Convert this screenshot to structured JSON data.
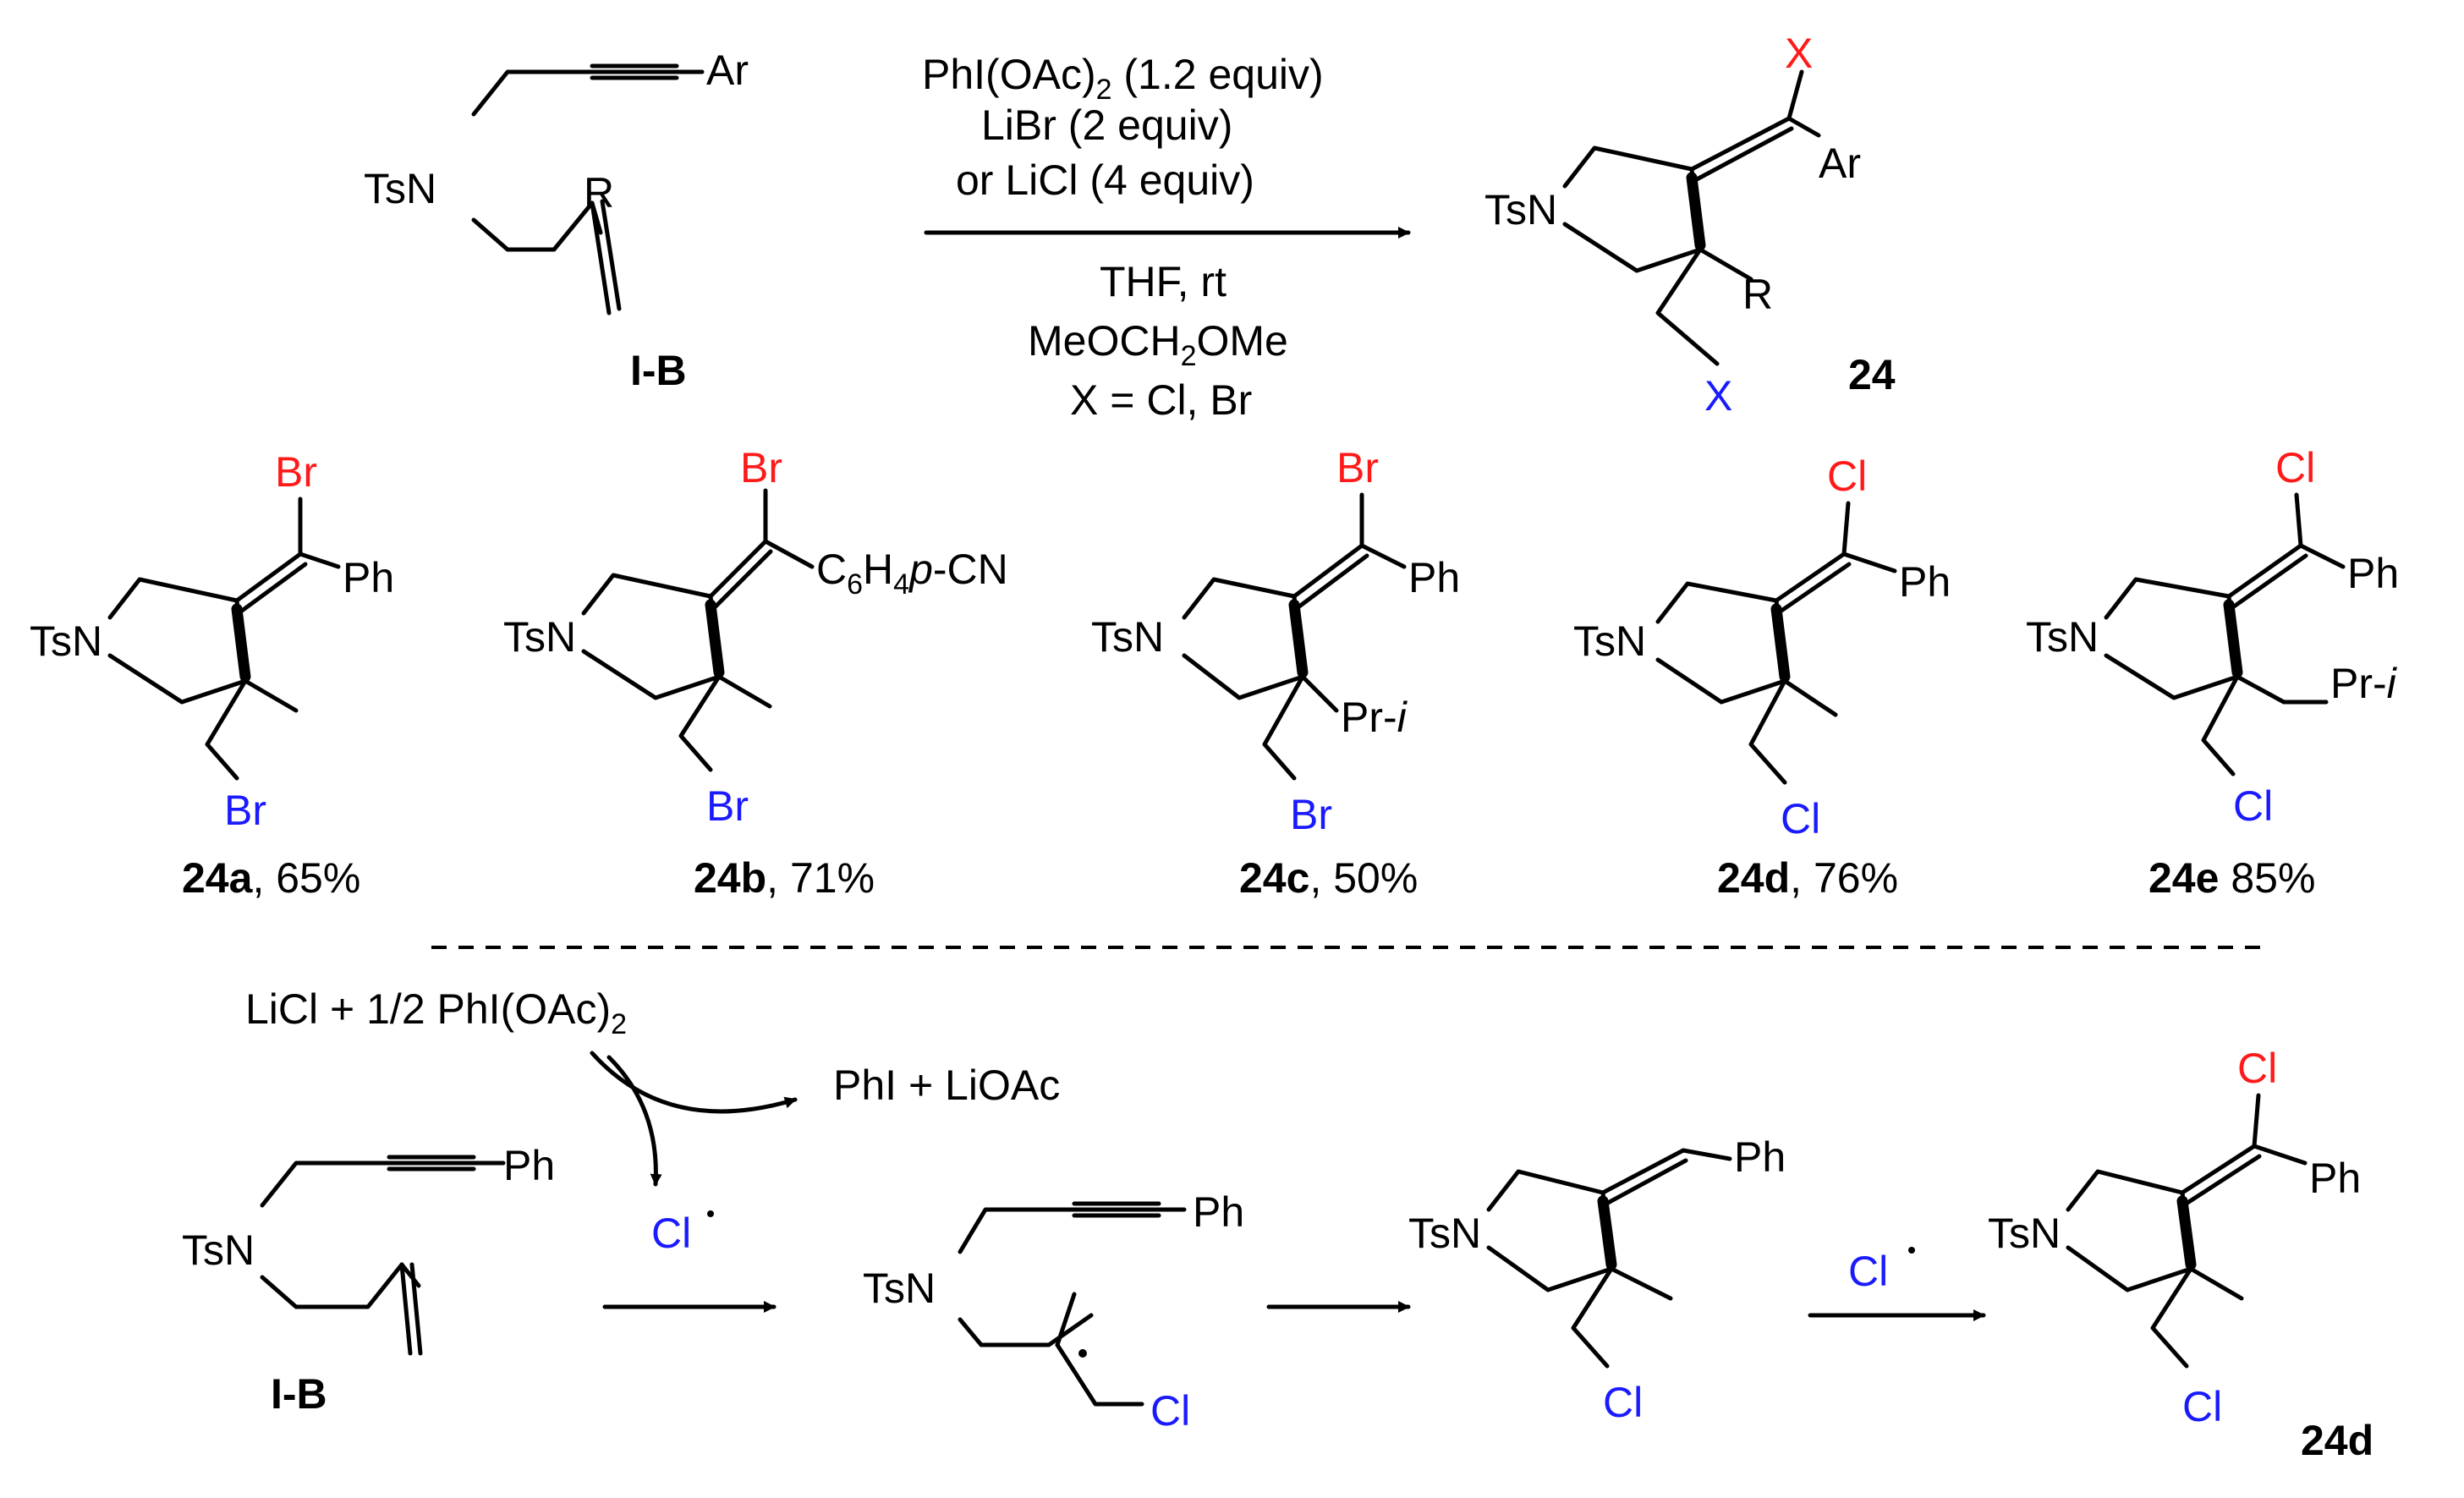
{
  "reaction": {
    "reagents": {
      "line1_main": "PhI(OAc)",
      "line1_sub": "2",
      "line1_rest": " (1.2  equiv)",
      "line2": "LiBr (2 equiv)",
      "line3": "or LiCl (4 equiv)"
    },
    "conditions": {
      "line1": "THF, rt",
      "line2_main": "MeOCH",
      "line2_sub": "2",
      "line2_rest": "OMe",
      "line3": "X = Cl, Br"
    },
    "substrate_label": "I-B",
    "product_label": "24"
  },
  "atoms": {
    "tsn": "TsN",
    "ar": "Ar",
    "r": "R",
    "x": "X",
    "ph": "Ph",
    "br": "Br",
    "cl": "Cl",
    "pri": "Pr-",
    "i": "i",
    "c6": "C",
    "six": "6",
    "h": "H",
    "four": "4",
    "p": "p",
    "cn": "-CN",
    "radical_cl": "Cl"
  },
  "examples": [
    {
      "id": "24a",
      "yield": ", 65%"
    },
    {
      "id": "24b",
      "yield": ", 71%"
    },
    {
      "id": "24c",
      "yield": ", 50%"
    },
    {
      "id": "24d",
      "yield": ", 76%"
    },
    {
      "id": "24e",
      "yield": " 85%"
    }
  ],
  "mechanism": {
    "initiation_main": "LiCl + 1/2 PhI(OAc)",
    "initiation_sub": "2",
    "byproducts": "PhI + LiOAc",
    "substrate_label": "I-B",
    "final_label": "24d"
  },
  "colors": {
    "halogen_top": "#ff1a1a",
    "halogen_bottom": "#1a1aff"
  }
}
